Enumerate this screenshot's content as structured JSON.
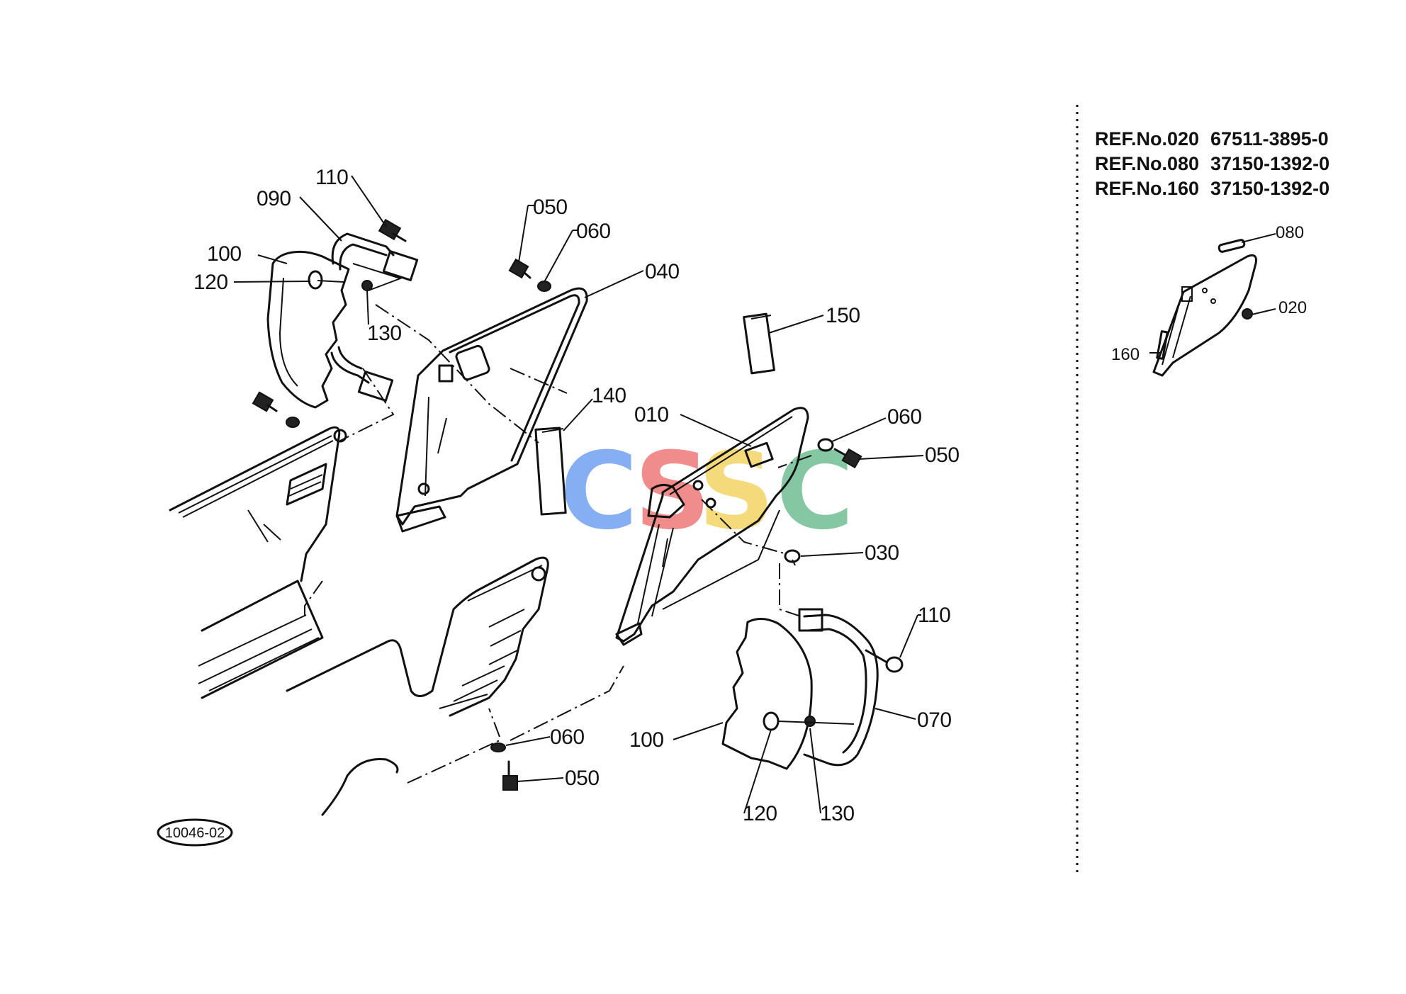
{
  "ref_table": [
    {
      "label": "REF.No.020",
      "part_no": "67511-3895-0"
    },
    {
      "label": "REF.No.080",
      "part_no": "37150-1392-0"
    },
    {
      "label": "REF.No.160",
      "part_no": "37150-1392-0"
    }
  ],
  "callouts": {
    "left_110": "110",
    "left_090": "090",
    "left_100": "100",
    "left_120": "120",
    "left_130": "130",
    "top_050": "050",
    "top_060": "060",
    "c_040": "040",
    "c_150": "150",
    "c_140": "140",
    "c_010": "010",
    "right_060": "060",
    "right_050": "050",
    "c_030": "030",
    "right_110": "110",
    "c_070": "070",
    "right_100": "100",
    "bottom_060": "060",
    "bottom_050": "050",
    "right_120": "120",
    "right_130": "130"
  },
  "inset_callouts": {
    "c_080": "080",
    "c_020": "020",
    "c_160": "160"
  },
  "diagram_code": "10046-02",
  "watermark": {
    "letters": [
      "C",
      "S",
      "S",
      "C"
    ],
    "colors": [
      "#7aa7f2",
      "#f08080",
      "#f5d76e",
      "#78c29a"
    ]
  }
}
